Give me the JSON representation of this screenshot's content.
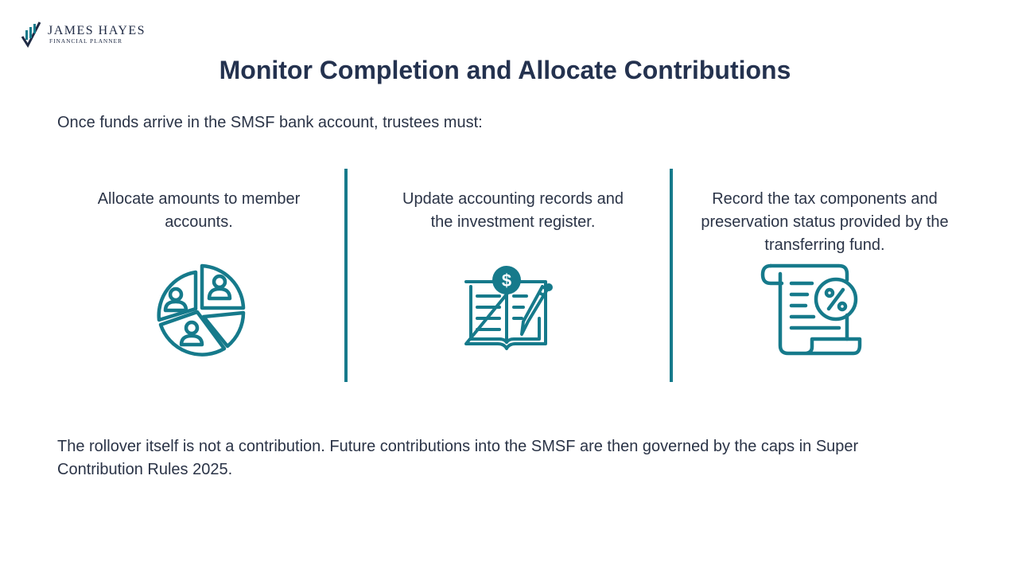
{
  "logo": {
    "name": "JAMES HAYES",
    "tagline": "FINANCIAL PLANNER"
  },
  "title": "Monitor Completion and Allocate Contributions",
  "intro": "Once funds arrive in the SMSF bank account, trustees must:",
  "columns": [
    {
      "text": "Allocate amounts to member accounts.",
      "icon": "pie-chart-members-icon"
    },
    {
      "text": "Update accounting records and the investment register.",
      "icon": "accounting-book-pen-icon"
    },
    {
      "text": "Record the tax components and preservation status provided by the transferring fund.",
      "icon": "percent-scroll-icon"
    }
  ],
  "footer": "The rollover itself is not a contribution. Future contributions into the SMSF are then governed by the caps in Super Contribution Rules 2025.",
  "colors": {
    "accent": "#167a8b",
    "heading": "#24324f",
    "text": "#2b3447"
  }
}
